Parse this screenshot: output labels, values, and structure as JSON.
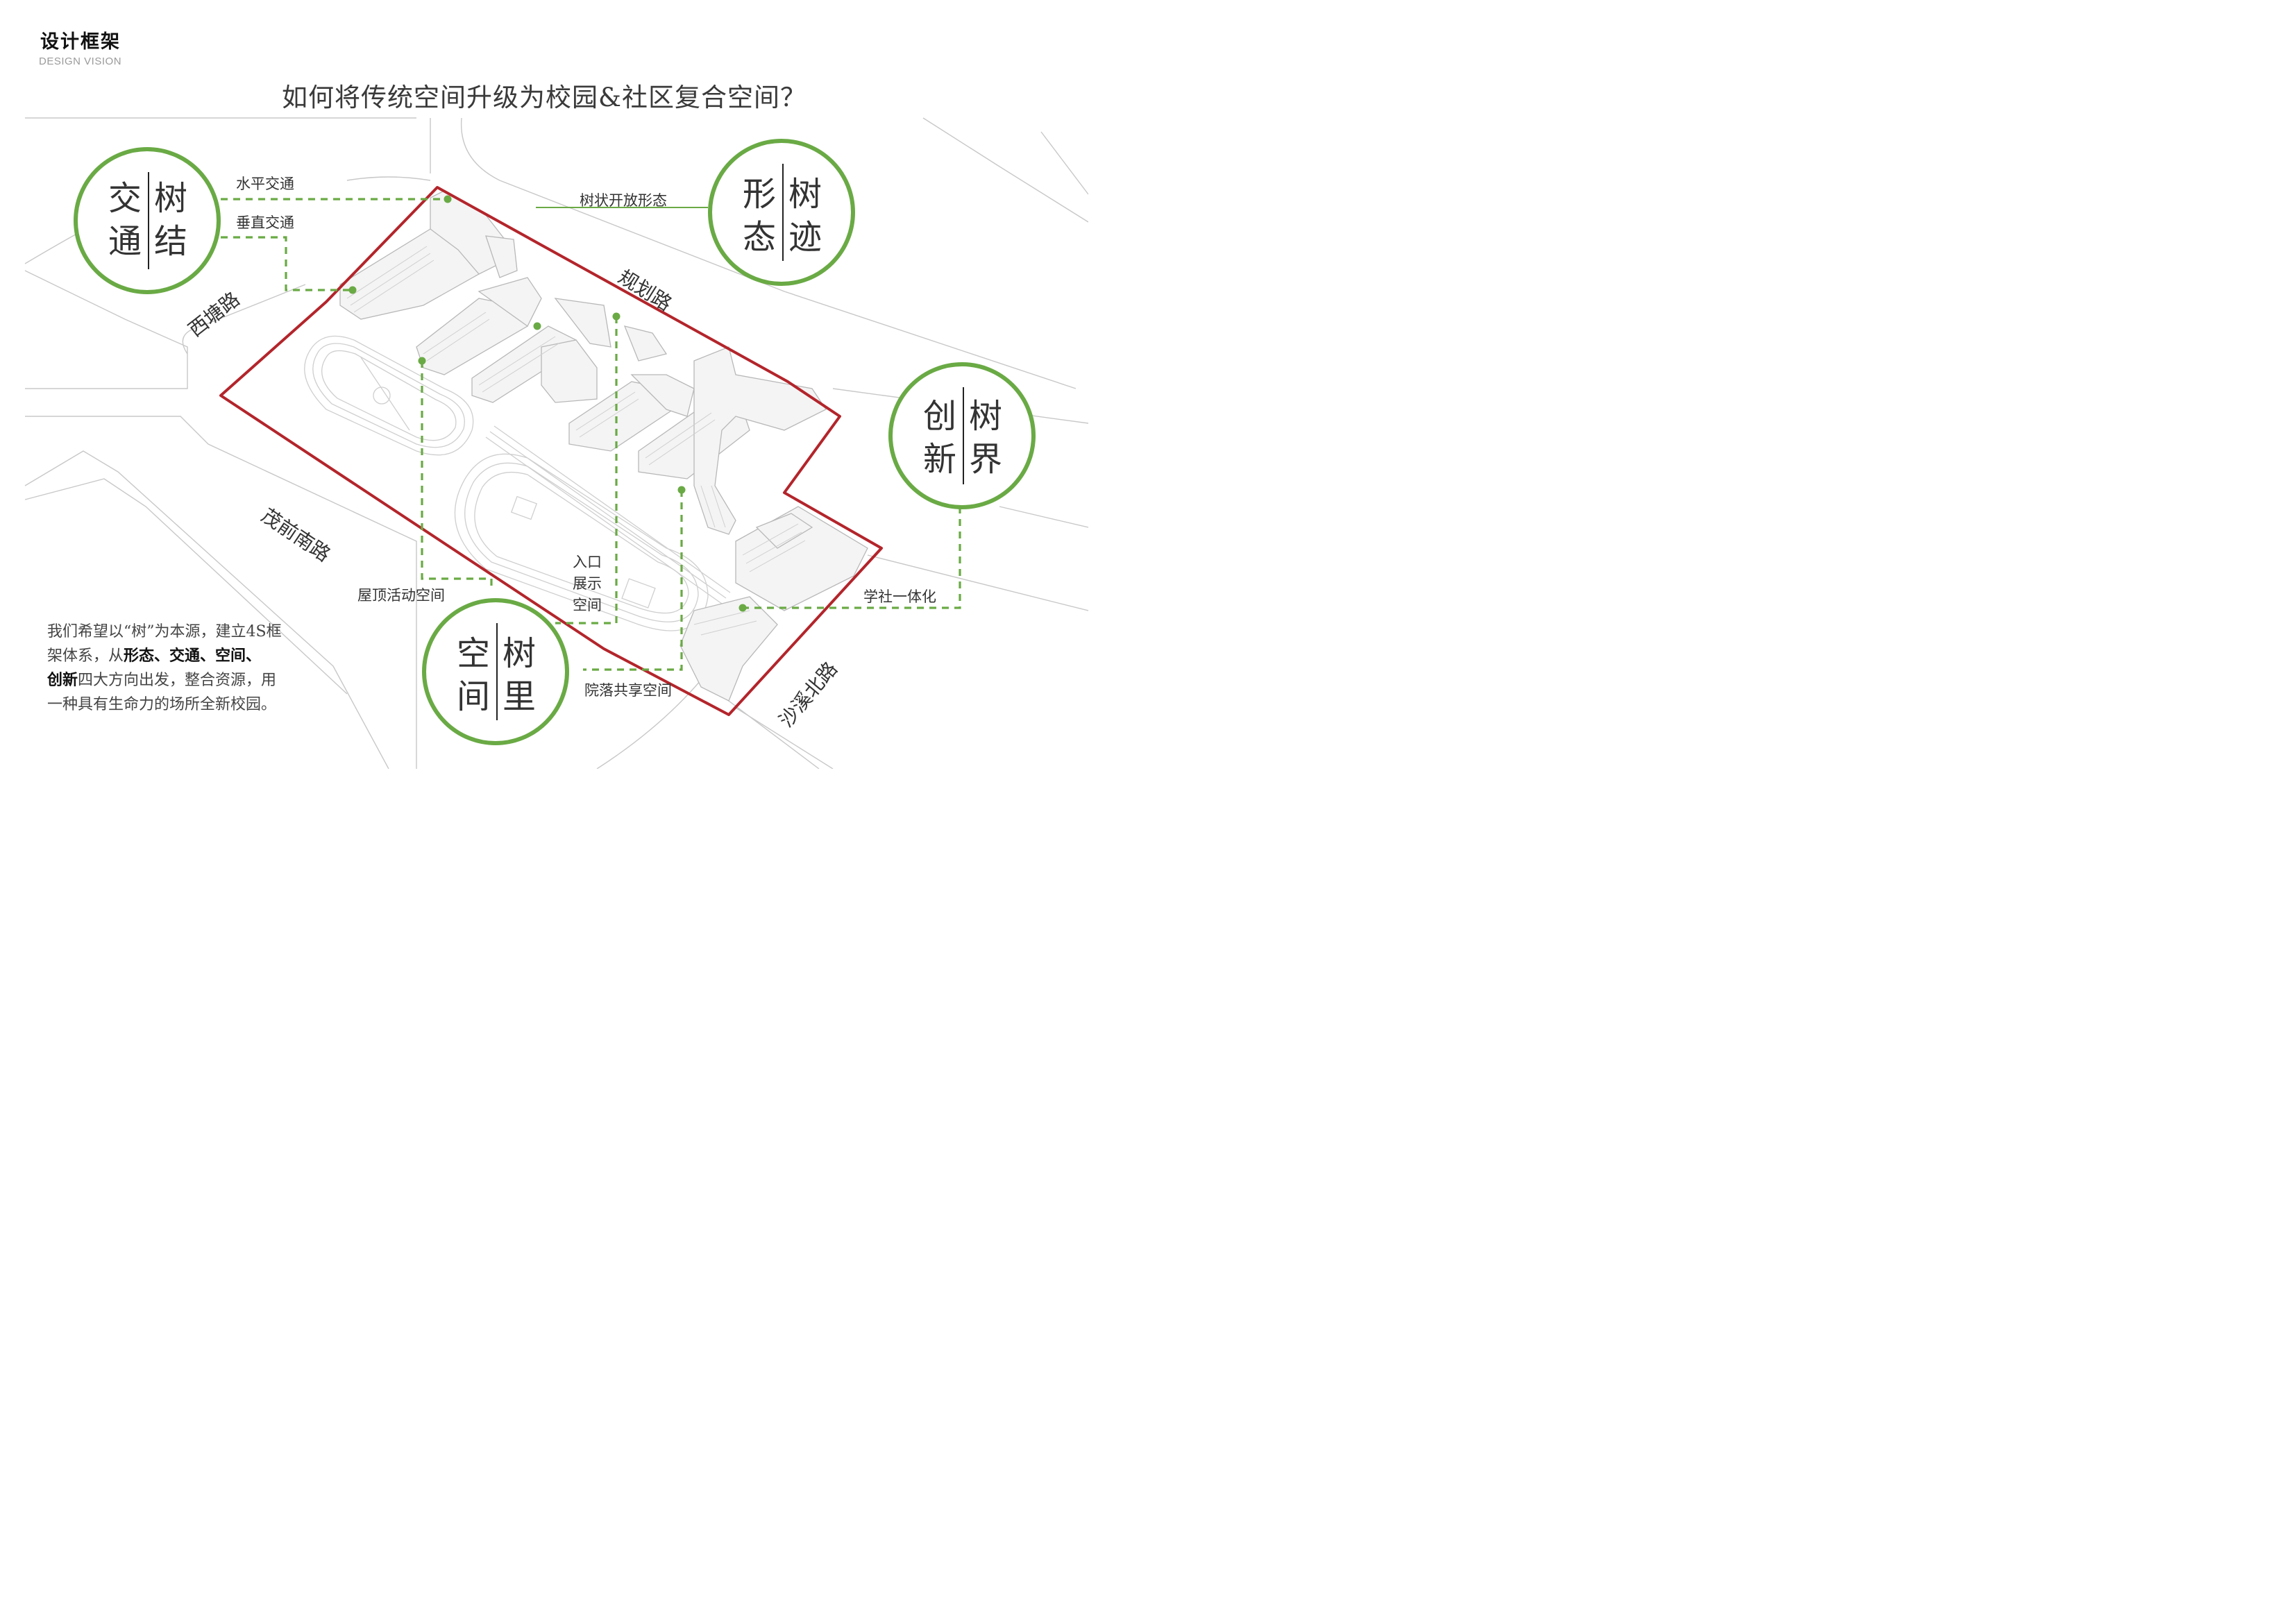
{
  "header": {
    "title": "设计框架",
    "subtitle": "DESIGN VISION"
  },
  "question": "如何将传统空间升级为校园&社区复合空间？",
  "circles": [
    {
      "id": "transport",
      "left_col": [
        "交",
        "通"
      ],
      "right_col": [
        "树",
        "结"
      ]
    },
    {
      "id": "form",
      "left_col": [
        "形",
        "态"
      ],
      "right_col": [
        "树",
        "迹"
      ]
    },
    {
      "id": "innovation",
      "left_col": [
        "创",
        "新"
      ],
      "right_col": [
        "树",
        "界"
      ]
    },
    {
      "id": "space",
      "left_col": [
        "空",
        "间"
      ],
      "right_col": [
        "树",
        "里"
      ]
    }
  ],
  "labels": {
    "horizontal_traffic": "水平交通",
    "vertical_traffic": "垂直交通",
    "tree_form": "树状开放形态",
    "rooftop": "屋顶活动空间",
    "entrance": [
      "入口",
      "展示",
      "空间"
    ],
    "courtyard": "院落共享空间",
    "school_community": "学社一体化"
  },
  "roads": {
    "xitang": "西塘路",
    "guihua": "规划路",
    "maoqiannan": "茂前南路",
    "shaxibei": "沙溪北路"
  },
  "paragraph": {
    "line1": "我们希望以“树”为本源，建立4S框",
    "line2_a": "架体系，从",
    "line2_b": "形态、交通、空间、",
    "line3_a": "创新",
    "line3_b": "四大方向出发，整合资源，用",
    "line4": "一种具有生命力的场所全新校园。"
  },
  "colors": {
    "accent_green": "#6aaa45",
    "boundary_red": "#b3252b",
    "text": "#333333"
  }
}
